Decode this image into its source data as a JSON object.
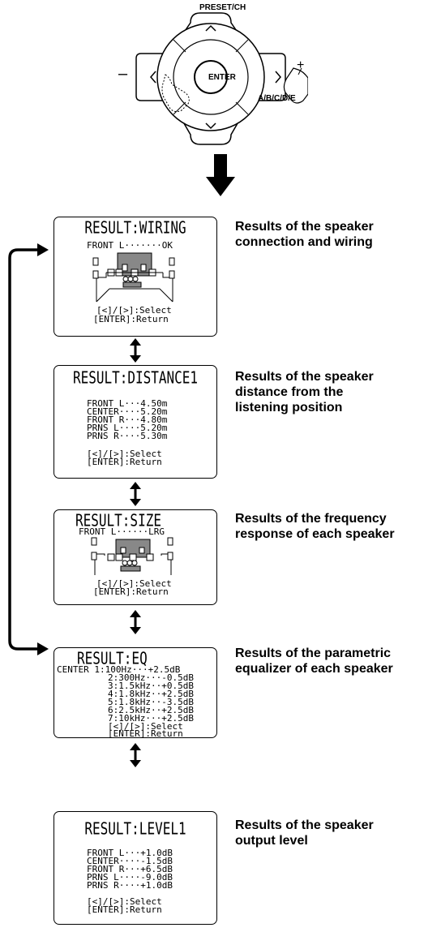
{
  "remote": {
    "top_label": "PRESET/CH",
    "right_label": "A/B/C/D/E",
    "center_label": "ENTER",
    "minus": "–",
    "plus": "+"
  },
  "screens": [
    {
      "title": "RESULT:WIRING",
      "lines": [
        "FRONT L·······OK"
      ],
      "footer": [
        "[<]/[>]:Select",
        "[ENTER]:Return"
      ],
      "caption": [
        "Results of the speaker",
        "connection and wiring"
      ]
    },
    {
      "title": "RESULT:DISTANCE1",
      "lines": [
        "FRONT L···4.50m",
        "CENTER····5.20m",
        "FRONT R···4.80m",
        "PRNS L····5.20m",
        "PRNS R····5.30m"
      ],
      "footer": [
        "[<]/[>]:Select",
        "[ENTER]:Return"
      ],
      "caption": [
        "Results of the speaker",
        "distance from the",
        "listening position"
      ]
    },
    {
      "title": "RESULT:SIZE",
      "lines": [
        "FRONT L······LRG"
      ],
      "footer": [
        "[<]/[>]:Select",
        "[ENTER]:Return"
      ],
      "caption": [
        "Results of the frequency",
        "response of each speaker"
      ]
    },
    {
      "title": "RESULT:EQ",
      "lines": [
        "CENTER 1:100Hz···+2.5dB",
        "2:300Hz···-0.5dB",
        "3:1.5kHz··+0.5dB",
        "4:1.8kHz··+2.5dB",
        "5:1.8kHz··-3.5dB",
        "6:2.5kHz··+2.5dB",
        "7:10kHz···+2.5dB",
        "[<]/[>]:Select",
        "[ENTER]:Return"
      ],
      "footer": [],
      "caption": [
        "Results of the parametric",
        "equalizer of each speaker"
      ]
    },
    {
      "title": "RESULT:LEVEL1",
      "lines": [
        "FRONT L···+1.0dB",
        "CENTER····-1.5dB",
        "FRONT R···+6.5dB",
        "PRNS L····-9.0dB",
        "PRNS R····+1.0dB"
      ],
      "footer": [
        "[<]/[>]:Select",
        "[ENTER]:Return"
      ],
      "caption": [
        "Results of the speaker",
        "output level"
      ]
    }
  ]
}
